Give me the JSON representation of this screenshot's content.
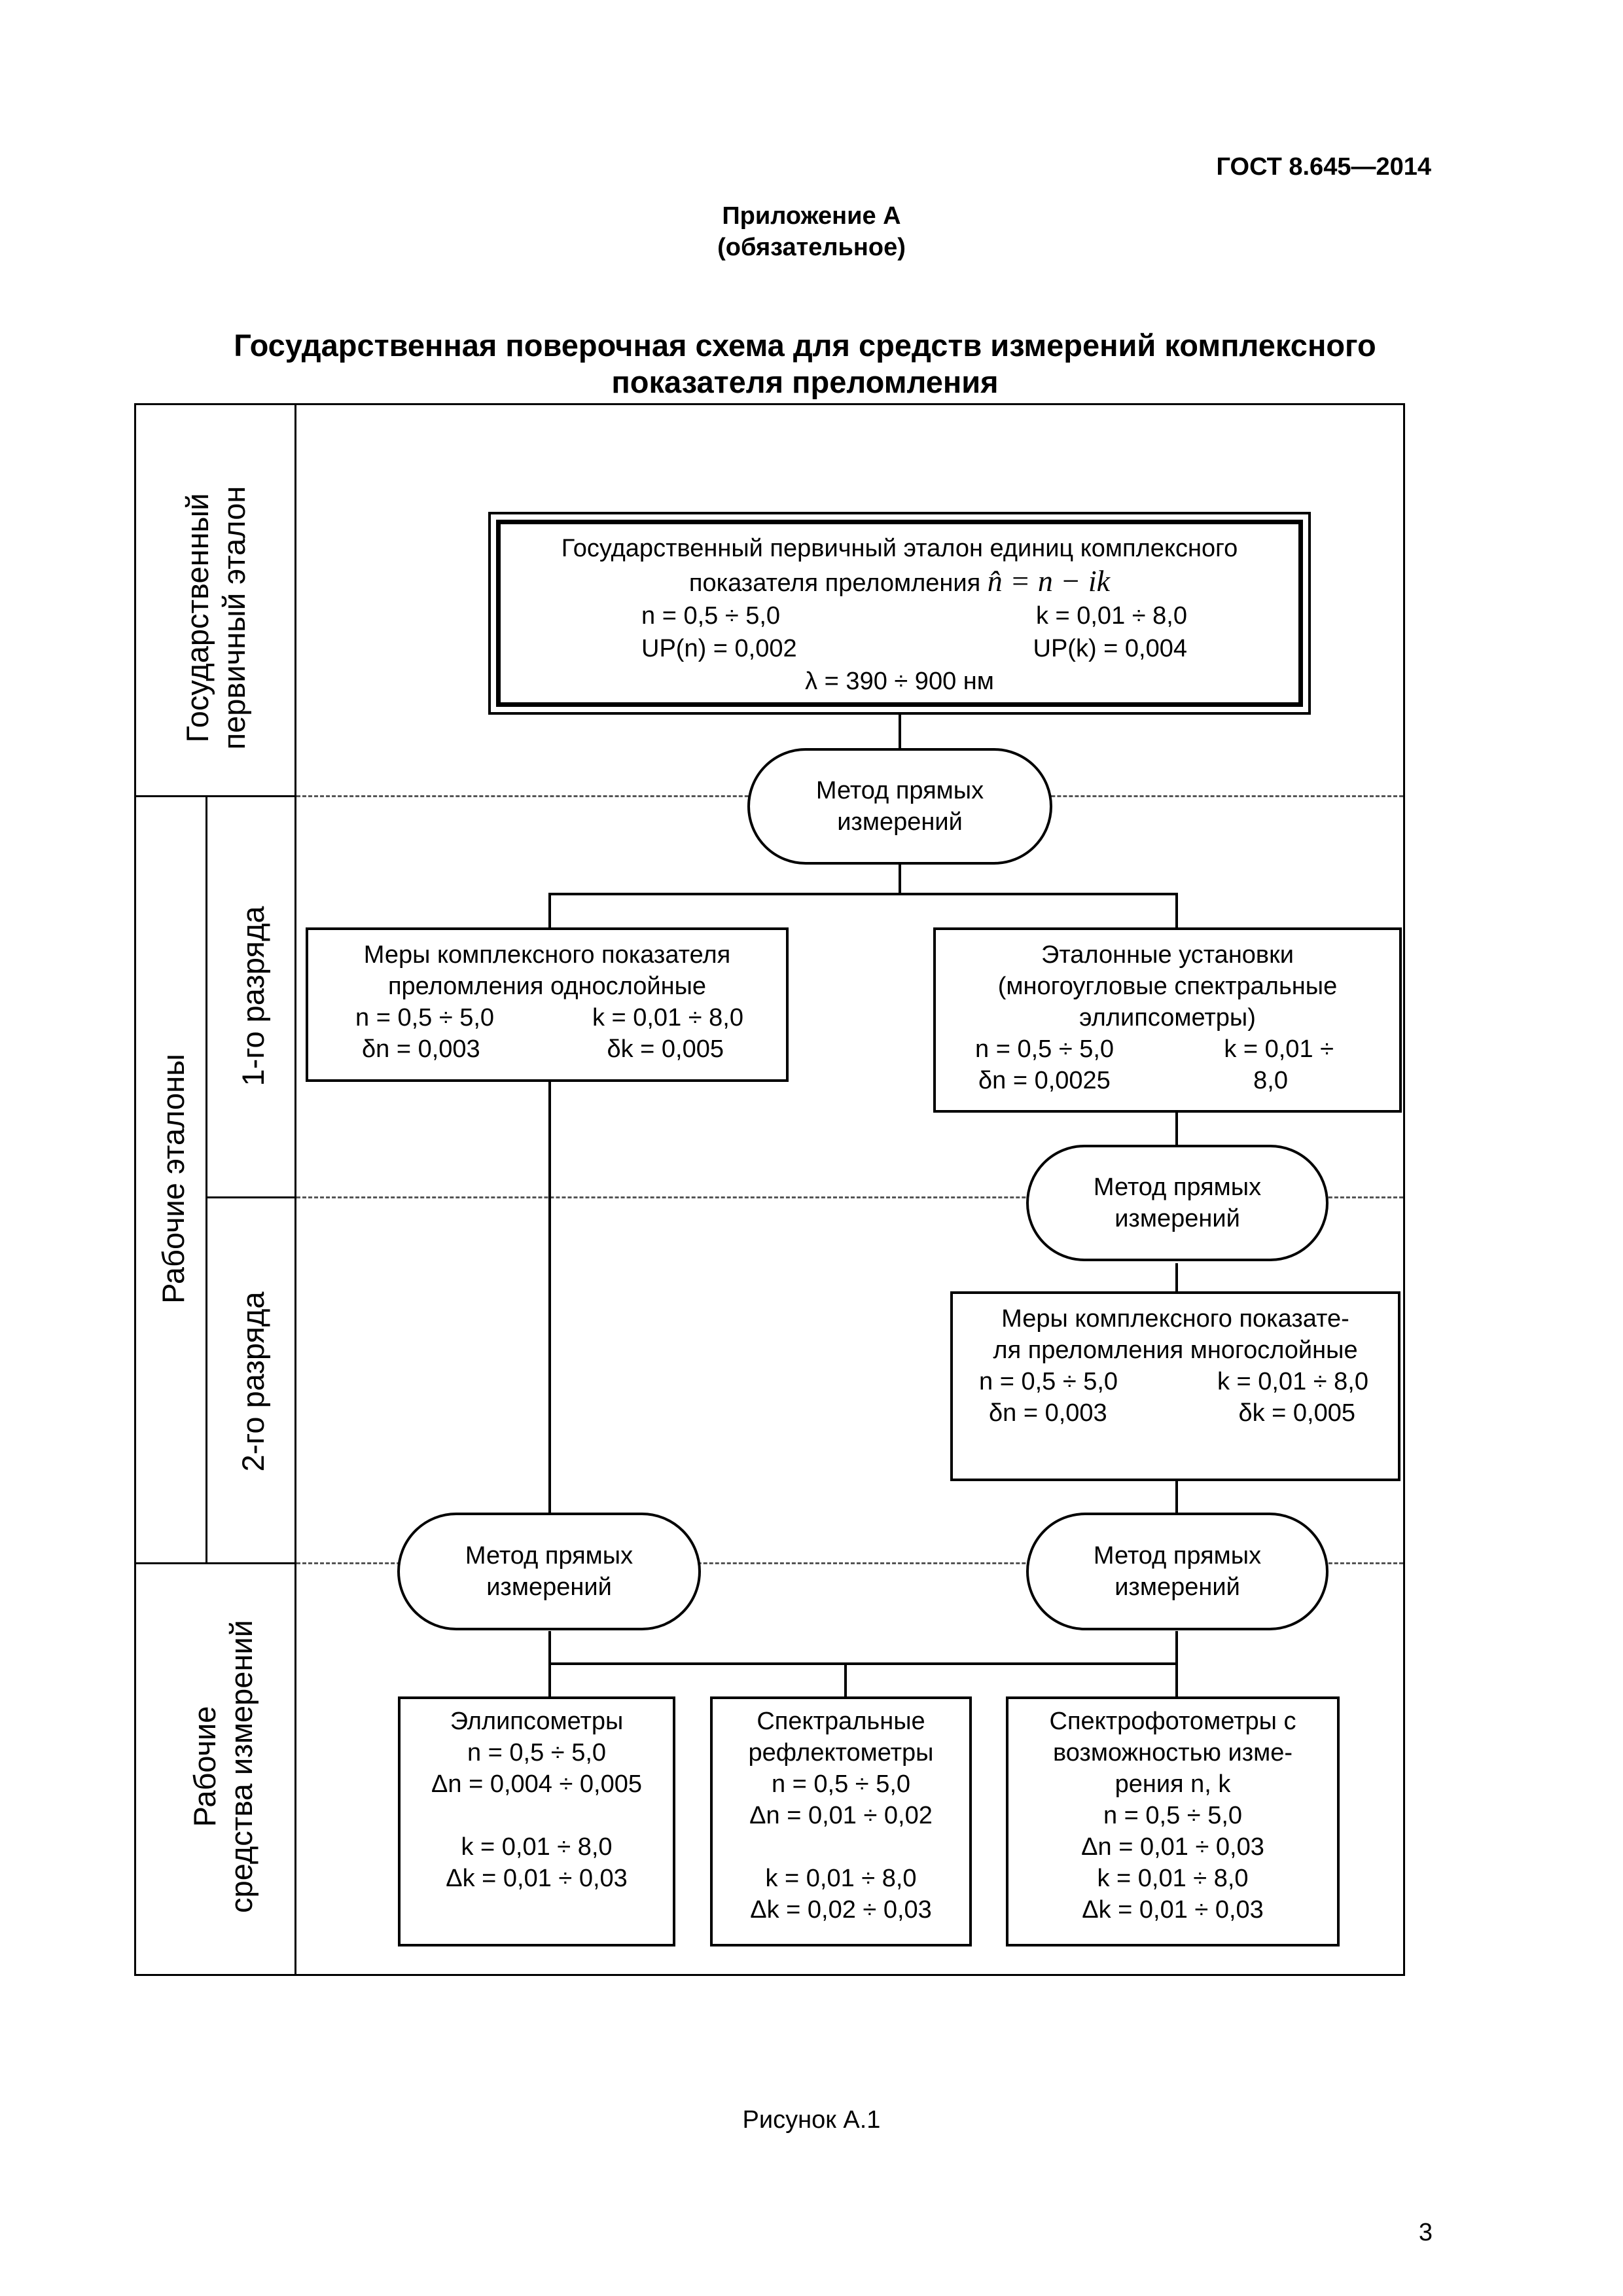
{
  "header": {
    "doc_code": "ГОСТ 8.645—2014",
    "appendix": "Приложение А",
    "appendix_status": "(обязательное)"
  },
  "title": {
    "line1": "Государственная поверочная схема для средств измерений комплексного",
    "line2": "показателя преломления"
  },
  "rows": {
    "primary": [
      "Государственный",
      "первичный эталон"
    ],
    "working": "Рабочие эталоны",
    "rank1": "1-го разряда",
    "rank2": "2-го разряда",
    "instruments": [
      "Рабочие",
      "средства измерений"
    ]
  },
  "primary_standard": {
    "line1": "Государственный первичный эталон единиц комплексного",
    "line2": "показателя преломления",
    "formula": "n̂ = n − ik",
    "n_range": "n = 0,5 ÷ 5,0",
    "k_range": "k = 0,01 ÷ 8,0",
    "up_n": "UP(n) = 0,002",
    "up_k": "UP(k) = 0,004",
    "lambda": "λ = 390 ÷ 900 нм"
  },
  "method": [
    "Метод прямых",
    "измерений"
  ],
  "rank1_left": {
    "line1": "Меры комплексного показателя",
    "line2": "преломления однослойные",
    "n": "n = 0,5 ÷ 5,0",
    "k": "k = 0,01 ÷ 8,0",
    "dn": "δn = 0,003",
    "dk": "δk = 0,005"
  },
  "rank1_right": {
    "line1": "Эталонные установки",
    "line2": "(многоугловые спектральные",
    "line3": "эллипсометры)",
    "n": "n = 0,5 ÷ 5,0",
    "k": "k = 0,01 ÷",
    "dn": "δn = 0,0025",
    "k2": "8,0"
  },
  "rank2_box": {
    "line1": "Меры комплексного показате-",
    "line2": "ля преломления многослойные",
    "n": "n = 0,5 ÷ 5,0",
    "k": "k = 0,01 ÷ 8,0",
    "dn": "δn = 0,003",
    "dk": "δk = 0,005"
  },
  "instruments": {
    "ellipsometers": [
      "Эллипсометры",
      "n = 0,5 ÷ 5,0",
      "Δn = 0,004 ÷ 0,005",
      "",
      "k = 0,01 ÷ 8,0",
      "Δk = 0,01 ÷ 0,03"
    ],
    "reflectometers": [
      "Спектральные",
      "рефлектометры",
      "n = 0,5 ÷ 5,0",
      "Δn = 0,01 ÷ 0,02",
      "",
      "k = 0,01 ÷ 8,0",
      "Δk = 0,02 ÷ 0,03"
    ],
    "spectrophotometers": [
      "Спектрофотометры с",
      "возможностью изме-",
      "рения n, k",
      "n = 0,5 ÷ 5,0",
      "Δn = 0,01 ÷ 0,03",
      "k = 0,01 ÷ 8,0",
      "Δk = 0,01 ÷ 0,03"
    ]
  },
  "caption": "Рисунок А.1",
  "page_number": "3"
}
